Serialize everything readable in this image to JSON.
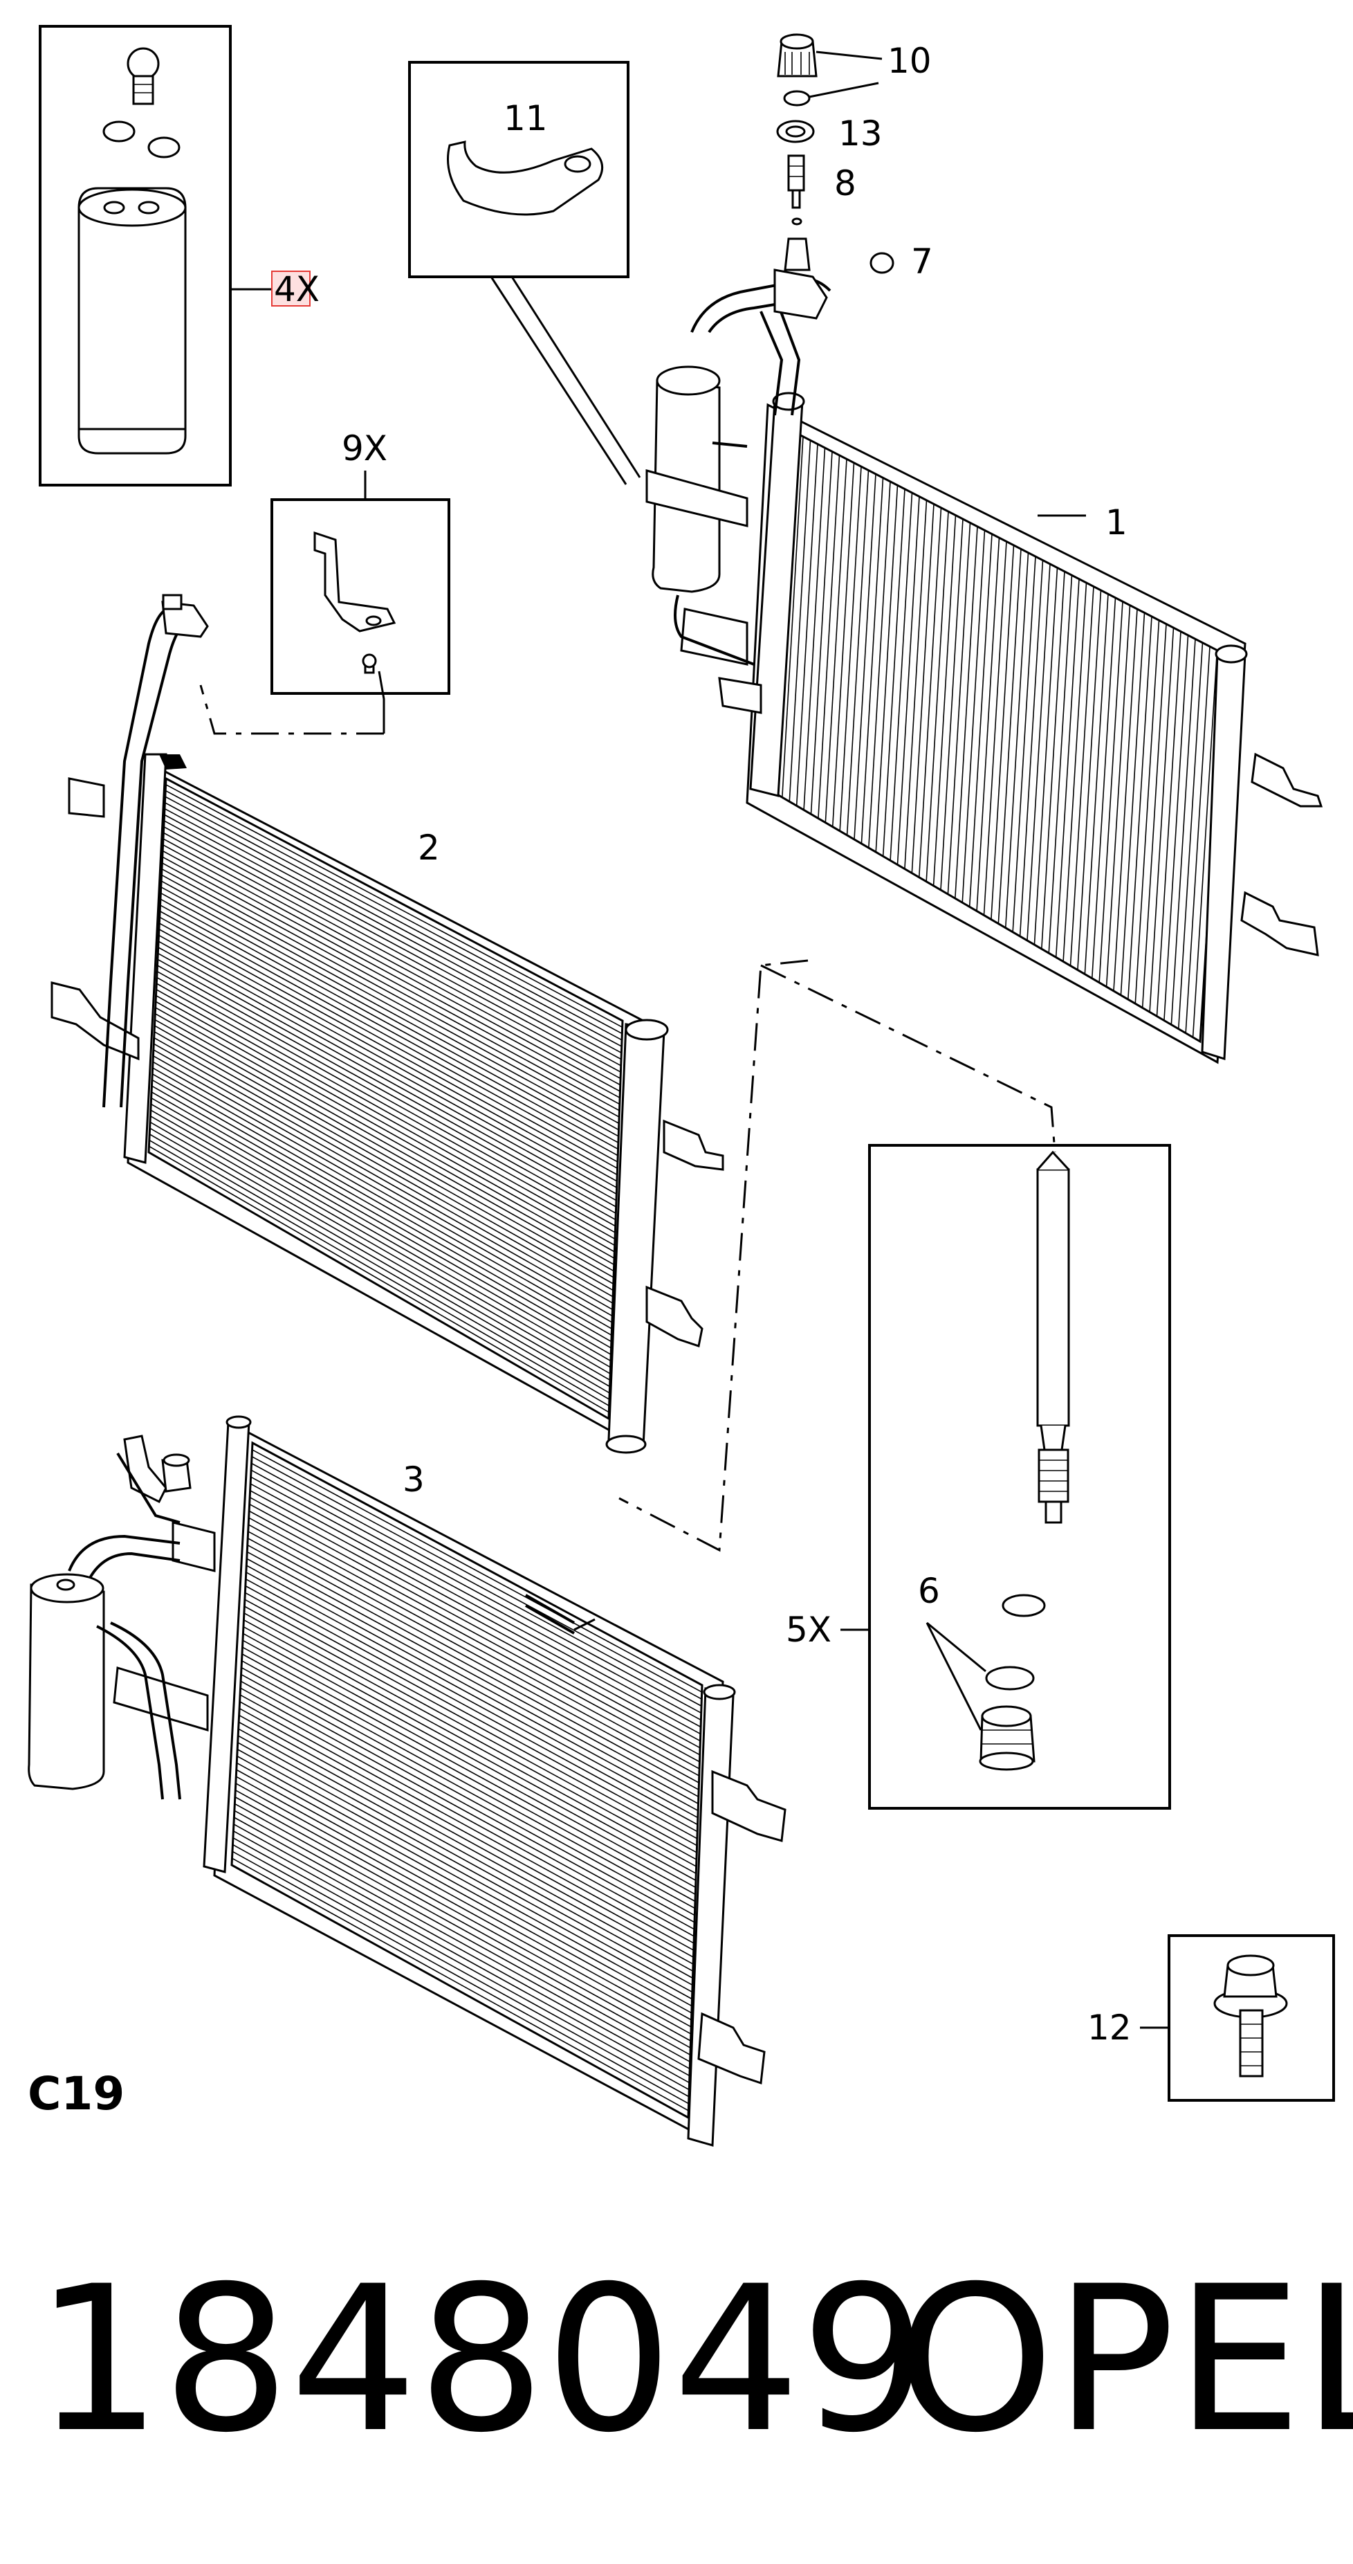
{
  "diagram": {
    "section_code": "C19",
    "callouts": {
      "c1": "1",
      "c2": "2",
      "c3": "3",
      "c4x": "4X",
      "c5x": "5X",
      "c6": "6",
      "c7": "7",
      "c8": "8",
      "c9x": "9X",
      "c10": "10",
      "c11": "11",
      "c12": "12",
      "c13": "13"
    }
  },
  "footer": {
    "part_number": "1848049",
    "brand": "OPEL"
  },
  "colors": {
    "line": "#000000",
    "highlight": "#e53935",
    "background": "#ffffff"
  }
}
